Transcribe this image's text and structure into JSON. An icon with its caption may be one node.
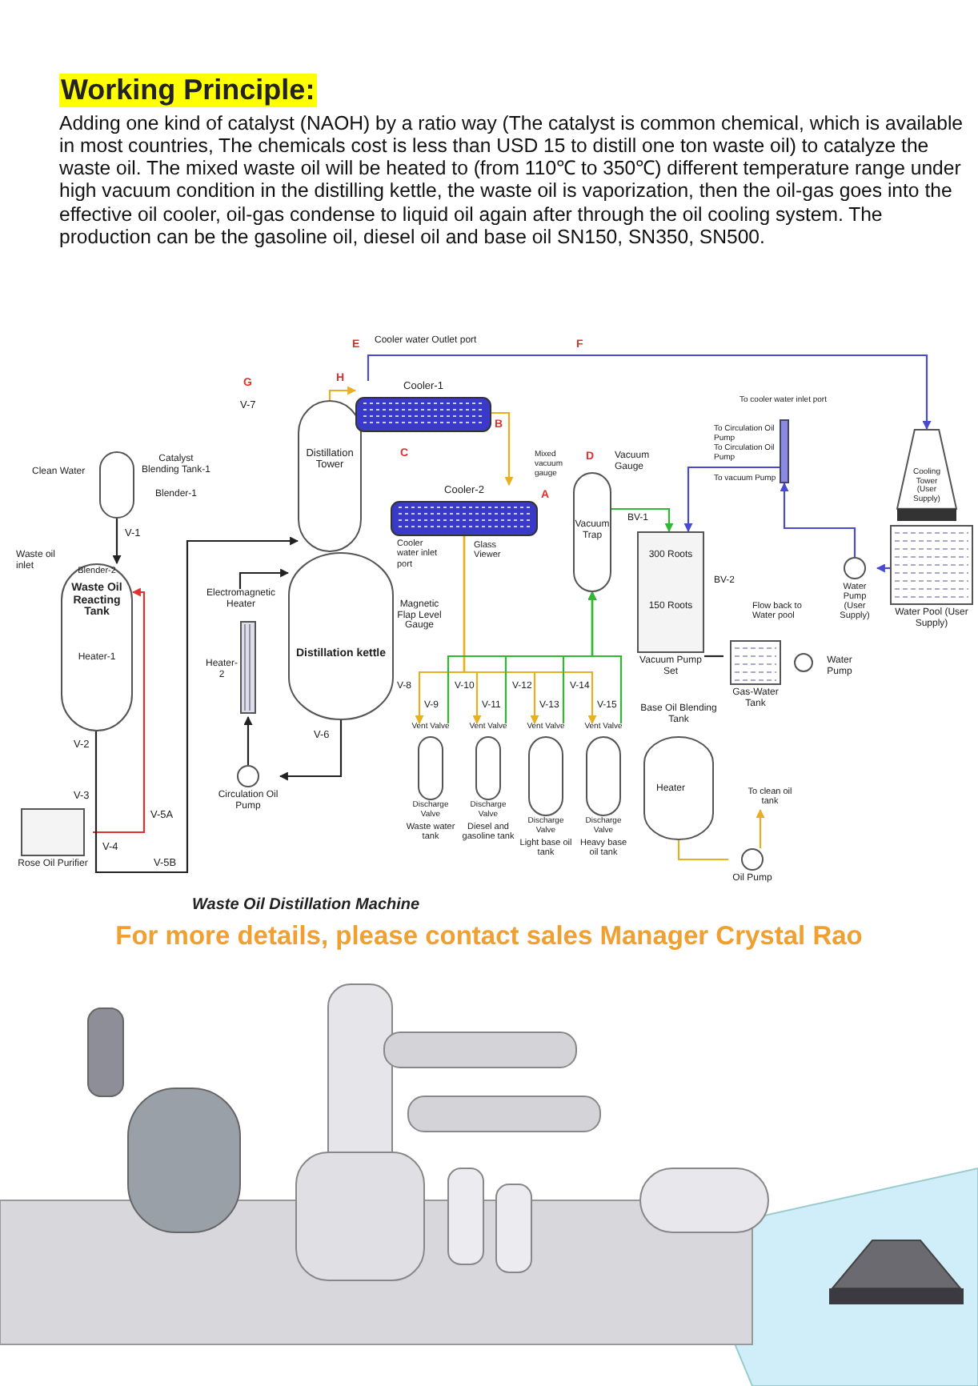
{
  "diagram": {
    "title": "Working Principle:",
    "caption": "Waste Oil Distillation Machine",
    "nodes": [
      {
        "text": [
          "Catalyst Blending Tank-1"
        ],
        "beside": [
          "Blender-1"
        ]
      },
      {
        "text": [
          "Blender-2",
          "Waste Oil Reacting Tank",
          "Heater-1"
        ]
      },
      {
        "text": [
          "Distillation Tower"
        ]
      },
      {
        "text": [
          "Distillation kettle"
        ],
        "beside": [
          "Magnetic Flap Level Gauge"
        ]
      },
      {
        "text": [
          "Electromagnetic Heater"
        ],
        "beside": [
          "Heater-2"
        ]
      },
      {
        "text": [
          "Circulation Oil Pump"
        ]
      },
      {
        "text": [
          "Cooler-1"
        ]
      },
      {
        "text": [
          "Cooler-2"
        ]
      },
      {
        "text": [
          "Vacuum Trap"
        ]
      },
      {
        "text": [
          "300 Roots",
          "150 Roots",
          "Vacuum Pump Set"
        ]
      },
      {
        "text": [
          "Gas-Water Tank"
        ]
      },
      {
        "text": [
          "Water Pump"
        ]
      },
      {
        "text": [
          "Water Pump (User Supply)"
        ]
      },
      {
        "text": [
          "Water Pool (User Supply)"
        ]
      },
      {
        "text": [
          "Cooling Tower (User Supply)"
        ]
      },
      {
        "text": [],
        "shape": "bar"
      },
      {
        "text": [
          "Waste water tank"
        ],
        "beside": [
          "Vent Valve",
          "Discharge Valve"
        ]
      },
      {
        "text": [
          "Diesel and gasoline tank"
        ],
        "beside": [
          "Vent Valve",
          "Discharge Valve"
        ]
      },
      {
        "text": [
          "Light base oil tank"
        ],
        "beside": [
          "Vent Valve",
          "Discharge Valve"
        ]
      },
      {
        "text": [
          "Heavy base oil tank"
        ],
        "beside": [
          "Vent Valve",
          "Discharge Valve"
        ]
      },
      {
        "text": [
          "Base Oil Blending Tank",
          "Heater"
        ]
      },
      {
        "text": [
          "Oil Pump"
        ]
      },
      {
        "text": [
          "Rose Oil Purifier"
        ]
      },
      {
        "text": [
          "To clean oil tank"
        ]
      }
    ],
    "edges": [
      {
        "from": 0,
        "to": 1,
        "arrow": "to",
        "color": "#222222"
      },
      {
        "from": 22,
        "to": 1,
        "arrow": "to",
        "color": "#e03030"
      },
      {
        "from": 1,
        "to": 2,
        "arrow": "to",
        "color": "#222222"
      },
      {
        "from": 3,
        "to": 5,
        "arrow": "to",
        "color": "#222222"
      },
      {
        "from": 5,
        "to": 4,
        "arrow": "to",
        "color": "#222222"
      },
      {
        "from": 4,
        "to": 3,
        "arrow": "to",
        "color": "#222222"
      },
      {
        "from": 2,
        "to": 6,
        "arrow": "to"
      },
      {
        "from": 6,
        "to": 7,
        "arrow": "to"
      },
      {
        "from": 7,
        "to": 16,
        "arrow": "to"
      },
      {
        "from": 7,
        "to": 17,
        "arrow": "to"
      },
      {
        "from": 7,
        "to": 18,
        "arrow": "to"
      },
      {
        "from": 7,
        "to": 19,
        "arrow": "to"
      },
      {
        "from": 16,
        "to": 8,
        "arrow": "to",
        "color": "#30b830"
      },
      {
        "from": 17,
        "to": 8,
        "arrow": "to",
        "color": "#30b830"
      },
      {
        "from": 18,
        "to": 8,
        "arrow": "to",
        "color": "#30b830"
      },
      {
        "from": 19,
        "to": 8,
        "arrow": "to",
        "color": "#30b830"
      },
      {
        "from": 8,
        "to": 9,
        "arrow": "to",
        "color": "#30b830"
      },
      {
        "from": 9,
        "to": 10,
        "arrow": "none",
        "color": "#222222"
      },
      {
        "from": 6,
        "to": 14,
        "arrow": "to",
        "color": "#4a4ad0"
      },
      {
        "from": 13,
        "to": 12,
        "arrow": "to",
        "color": "#4a4ad0"
      },
      {
        "from": 12,
        "to": 15,
        "arrow": "to",
        "color": "#4a4ad0"
      },
      {
        "from": 15,
        "to": 9,
        "arrow": "to",
        "color": "#4a4ad0"
      },
      {
        "from": 20,
        "to": 21,
        "arrow": "none"
      },
      {
        "from": 21,
        "to": 23,
        "arrow": "to"
      }
    ],
    "labels": [
      "Adding one kind of catalyst (NAOH) by a ratio way (The catalyst is common chemical, which is available in most countries, The chemicals cost is less than USD 15 to distill one ton waste oil) to catalyze the waste oil. The mixed waste oil will be heated to (from 110℃ to 350℃) different temperature range under high vacuum condition in the distilling kettle, the waste oil is vaporization, then the oil-gas goes into the effective oil cooler, oil-gas condense to liquid oil again after through the oil cooling system. The production can be the gasoline oil, diesel oil and  base oil SN150, SN350, SN500.",
      "Clean Water",
      "Waste oil inlet",
      "V-1",
      "V-2",
      "V-3",
      "V-4",
      "V-5A",
      "V-5B",
      "G",
      "V-7",
      "H",
      "E",
      "Cooler water Outlet port",
      "F",
      "B",
      "C",
      "D",
      "Vacuum Gauge",
      "A",
      "Mixed vacuum gauge",
      "Cooler water inlet port",
      "Glass Viewer",
      "BV-1",
      "BV-2",
      "To cooler water inlet port",
      "To Circulation Oil Pump",
      "To Circulation Oil Pump",
      "To vacuum Pump",
      "Flow back to Water pool",
      "V-6",
      "V-8",
      "V-9",
      "V-10",
      "V-11",
      "V-12",
      "V-13",
      "V-14",
      "V-15",
      "For more details, please contact sales Manager Crystal Rao"
    ]
  }
}
